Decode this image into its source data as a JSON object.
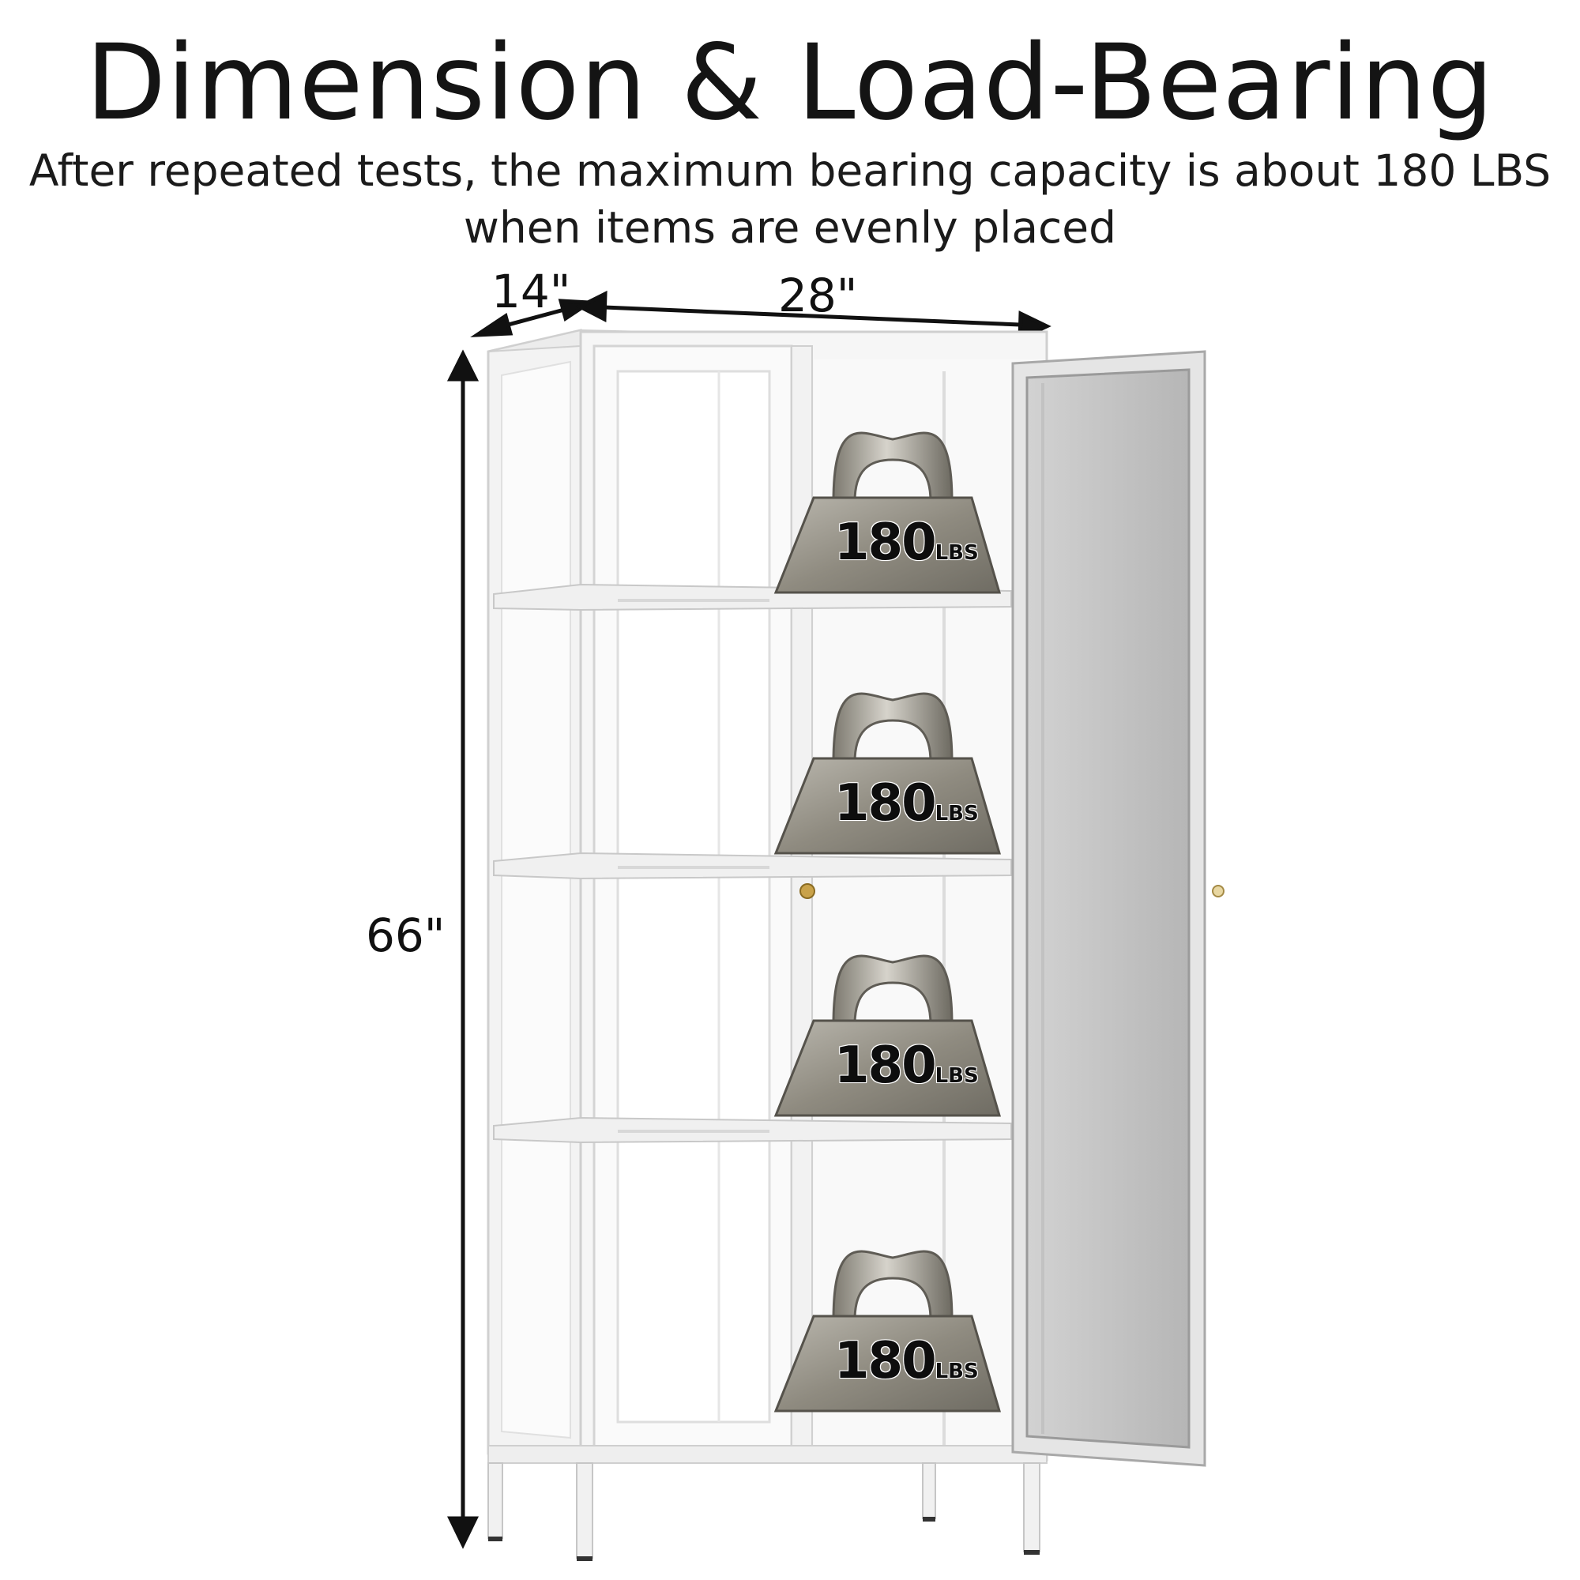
{
  "heading": {
    "title": "Dimension & Load-Bearing",
    "subtitle_line1": "After repeated tests, the maximum bearing capacity is about 180 LBS",
    "subtitle_line2": "when items are evenly placed"
  },
  "dimensions": {
    "depth": "14\"",
    "width": "28\"",
    "height": "66\""
  },
  "shelf_weights": [
    {
      "number": "180",
      "unit": "LBS"
    },
    {
      "number": "180",
      "unit": "LBS"
    },
    {
      "number": "180",
      "unit": "LBS"
    },
    {
      "number": "180",
      "unit": "LBS"
    }
  ],
  "colors": {
    "cabinet": "#f4f4f4",
    "frame_shadow": "#cfcfcf",
    "weight_metal": "#8d8a80",
    "knob": "#c9a24a"
  },
  "icons": [
    "weight-icon",
    "dimension-arrow-icon",
    "door-knob-icon"
  ]
}
